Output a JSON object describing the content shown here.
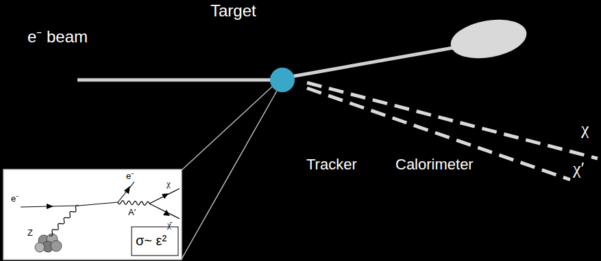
{
  "diagram": {
    "nodes": [
      {
        "text": [
          "Target"
        ]
      },
      {
        "text": [
          "Tracker"
        ]
      },
      {
        "text": [
          "Calorimeter"
        ]
      }
    ],
    "labels": [
      "e⁻ beam",
      "χ",
      "χ′",
      "e⁻",
      "e⁻",
      "χ",
      "A′",
      "χ̄",
      "Z",
      "σ~ ε²"
    ]
  }
}
